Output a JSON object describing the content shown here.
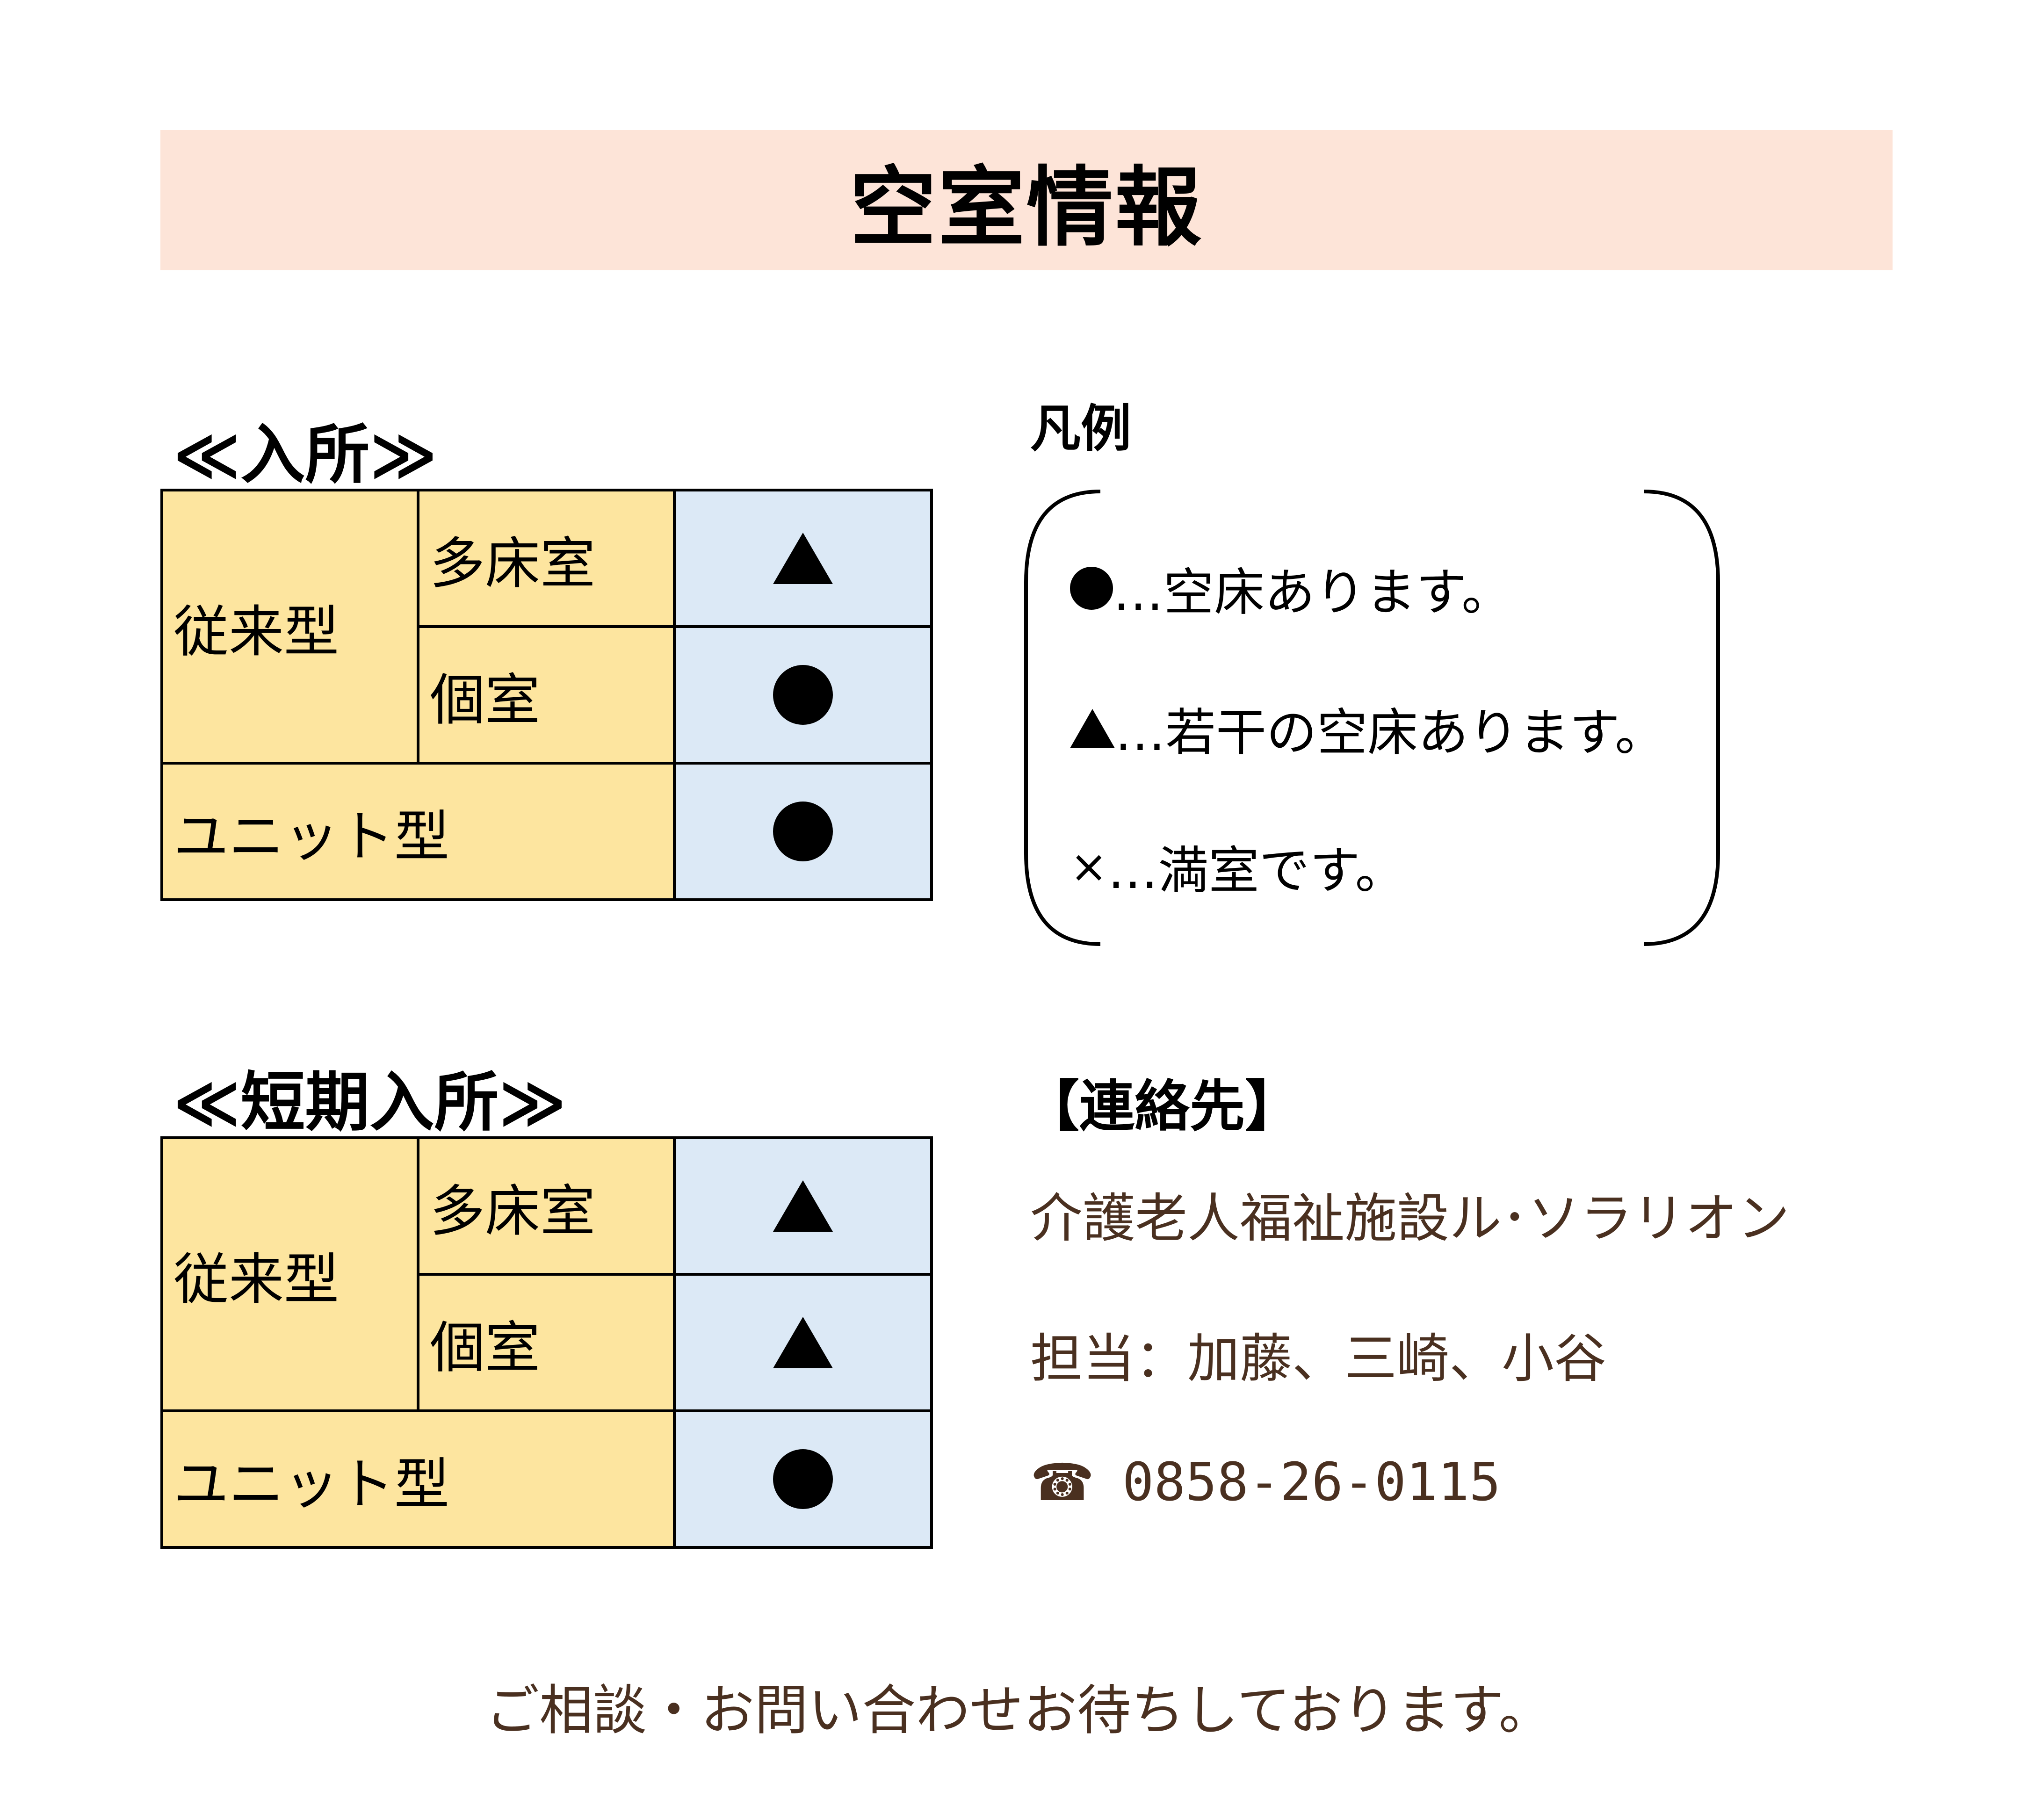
{
  "title": "空室情報",
  "admission": {
    "heading": "≪入所≫",
    "rows": {
      "traditional": "従来型",
      "multi_bed": "多床室",
      "multi_bed_status": "▲",
      "private_room": "個室",
      "private_room_status": "●",
      "unit_type": "ユニット型",
      "unit_type_status": "●"
    }
  },
  "short_stay": {
    "heading": "≪短期入所≫",
    "rows": {
      "traditional": "従来型",
      "multi_bed": "多床室",
      "multi_bed_status": "▲",
      "private_room": "個室",
      "private_room_status": "▲",
      "unit_type": "ユニット型",
      "unit_type_status": "●"
    }
  },
  "legend": {
    "title": "凡例",
    "items": [
      {
        "mark": "●",
        "text": "…空床あります。"
      },
      {
        "mark": "▲",
        "text": "…若干の空床あります。"
      },
      {
        "mark": "×",
        "text": "…満室です。"
      }
    ]
  },
  "contact": {
    "heading": "【連絡先】",
    "facility": "介護老人福祉施設ル･ソラリオン",
    "staff": "担当：加藤、三崎、小谷",
    "phone_icon": "☎",
    "phone": "0858-26-0115"
  },
  "footer": "ご相談・お問い合わせお待ちしております。",
  "colors": {
    "title_band": "#fde4d8",
    "category_cell": "#fde59f",
    "status_cell": "#dce9f6",
    "contact_text": "#4a3020"
  }
}
